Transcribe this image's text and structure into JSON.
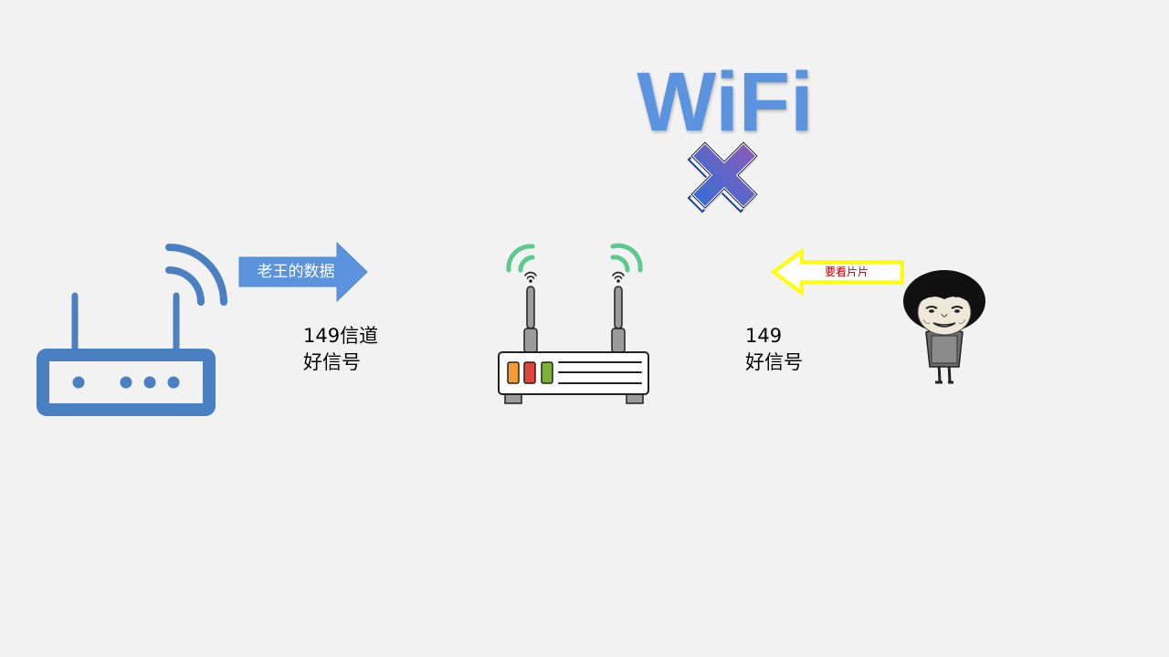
{
  "slide": {
    "title": "WiFi",
    "left_arrow_label": "老王的数据",
    "right_arrow_label": "要看片片",
    "left_info": {
      "line1": "149信道",
      "line2": "好信号"
    },
    "right_info": {
      "line1": "149",
      "line2": "好信号"
    }
  },
  "icons": {
    "left_router": "router-outline-icon",
    "center_router": "wifi-router-icon",
    "cross": "x-mark-icon",
    "person": "meme-character-icon"
  },
  "colors": {
    "background": "#f2f2f2",
    "title": "#5b93de",
    "router_blue": "#4a7fc1",
    "arrow_blue": "#5b93de",
    "arrow_yellow": "#ffff00",
    "arrow_text_red": "#c00000",
    "cross_start": "#2f6fd8",
    "cross_end": "#8f5bb5",
    "wifi_green": "#5cc98f"
  }
}
